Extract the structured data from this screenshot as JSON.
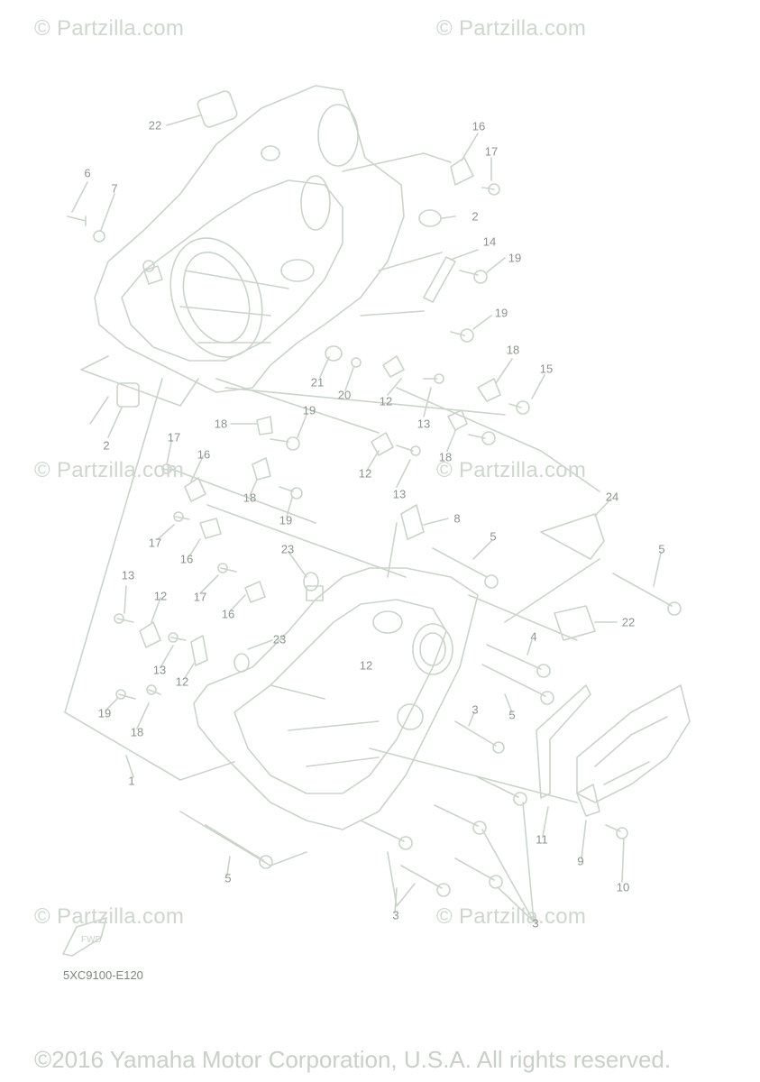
{
  "watermarks": [
    "© Partzilla.com",
    "© Partzilla.com",
    "© Partzilla.com",
    "© Partzilla.com",
    "© Partzilla.com",
    "© Partzilla.com"
  ],
  "callouts": [
    "22",
    "16",
    "17",
    "6",
    "7",
    "2",
    "14",
    "19",
    "19",
    "18",
    "15",
    "21",
    "20",
    "12",
    "13",
    "2",
    "18",
    "19",
    "12",
    "13",
    "18",
    "17",
    "16",
    "18",
    "19",
    "8",
    "24",
    "5",
    "5",
    "17",
    "16",
    "23",
    "13",
    "12",
    "17",
    "16",
    "22",
    "23",
    "12",
    "13",
    "4",
    "12",
    "19",
    "18",
    "3",
    "5",
    "1",
    "11",
    "9",
    "10",
    "5",
    "3",
    "3"
  ],
  "logo_text": "FWD",
  "diagram_code": "5XC9100-E120",
  "copyright": "©2016 Yamaha Motor Corporation, U.S.A. All rights reserved.",
  "colors": {
    "line": "#cbd3cb",
    "label": "#8d948d",
    "watermark": "#cfd6cf"
  }
}
